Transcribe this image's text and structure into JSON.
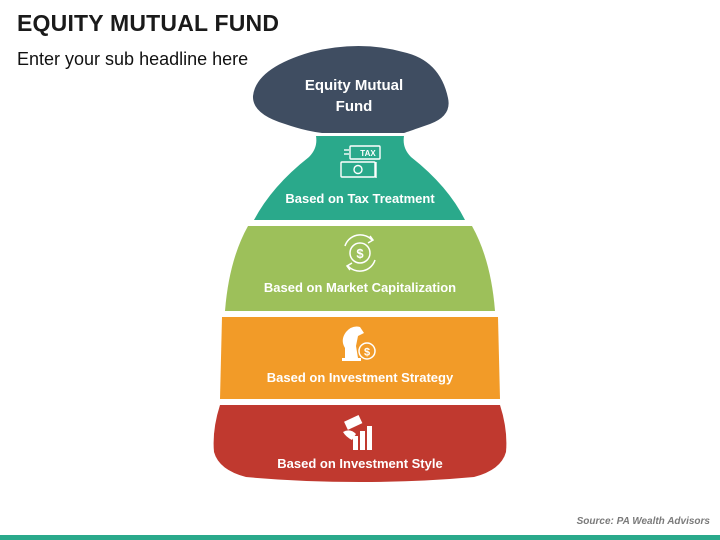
{
  "header": {
    "title": "EQUITY MUTUAL FUND",
    "subtitle": "Enter your sub headline here"
  },
  "bag": {
    "top_line1": "Equity Mutual",
    "top_line2": "Fund",
    "layers": [
      {
        "label": "Based on Tax Treatment",
        "icon": "tax-document-icon",
        "color": "#2aa98b"
      },
      {
        "label": "Based on Market Capitalization",
        "icon": "dollar-cycle-icon",
        "color": "#9dc05a"
      },
      {
        "label": "Based on Investment Strategy",
        "icon": "chess-knight-dollar-icon",
        "color": "#f29b28"
      },
      {
        "label": "Based on Investment Style",
        "icon": "hand-money-chart-icon",
        "color": "#c0392f"
      }
    ],
    "top_color": "#3f4d61",
    "icon_tax_text": "TAX"
  },
  "footer": {
    "source": "Source: PA Wealth Advisors",
    "bar_color": "#2aa98b"
  }
}
